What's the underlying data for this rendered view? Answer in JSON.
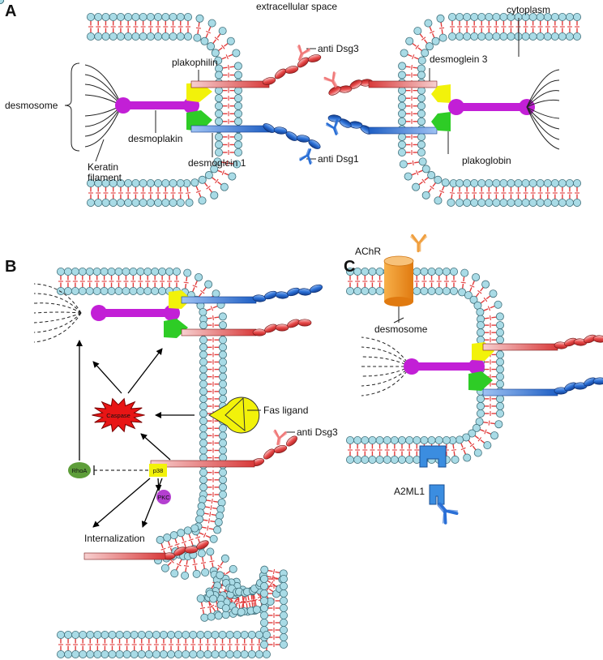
{
  "panels": {
    "a": "A",
    "b": "B",
    "c": "C"
  },
  "labels": {
    "extracellular_space": "extracellular space",
    "cytoplasm": "cytoplasm",
    "anti_dsg3": "anti Dsg3",
    "anti_dsg1": "anti Dsg1",
    "plakophilin": "plakophilin",
    "desmoglein3": "desmoglein 3",
    "desmosome": "desmosome",
    "desmoplakin": "desmoplakin",
    "desmoglein1": "desmoglein 1",
    "plakoglobin": "plakoglobin",
    "keratin_filament_1": "Keratin",
    "keratin_filament_2": "filament",
    "fas_ligand": "Fas ligand",
    "caspase": "Caspase",
    "rhoa": "RhoA",
    "p38": "p38",
    "pkc": "PKC",
    "internalization": "Internalization",
    "achr": "AChR",
    "a2ml1": "A2ML1"
  },
  "colors": {
    "lipid_head": "#a9dbe6",
    "lipid_outline": "#3f6f7a",
    "lipid_tail": "#e23b3b",
    "desmoplakin": "#c21fd6",
    "plakophilin": "#f2f20a",
    "plakoglobin": "#2ecc26",
    "desmoglein3": "#e05050",
    "desmoglein1": "#2a6fd6",
    "caspase": "#e81515",
    "fas": "#f2f20a",
    "rhoa": "#5e9e3a",
    "p38": "#f2f20a",
    "pkc": "#b43fd0",
    "achr": "#f0961e",
    "a2ml1": "#3b8de0",
    "antibody_red": "#f07a7a",
    "antibody_blue": "#2a6fd6",
    "antibody_orange": "#f0a040"
  }
}
